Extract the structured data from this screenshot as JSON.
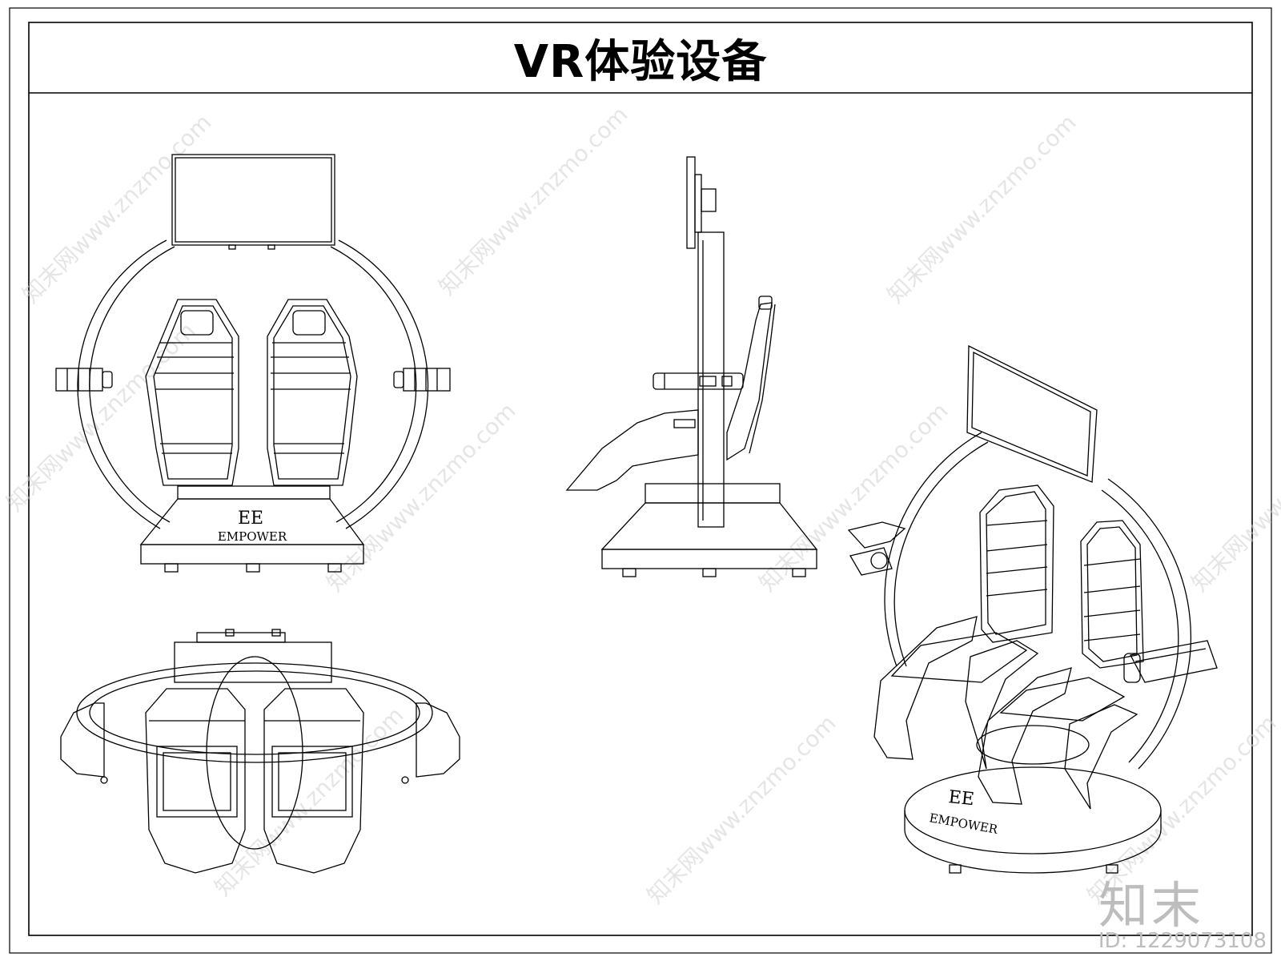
{
  "drawing": {
    "title": "VR体验设备",
    "front_view": {
      "logo_mark": "EE",
      "logo_word": "EMPOWER"
    },
    "iso_view": {
      "logo_mark": "EE",
      "logo_word": "EMPOWER"
    }
  },
  "watermark": {
    "diagonal_text": "知末网www.znzmo.com",
    "brand": "知末",
    "id_label": "ID: 1229073108"
  }
}
